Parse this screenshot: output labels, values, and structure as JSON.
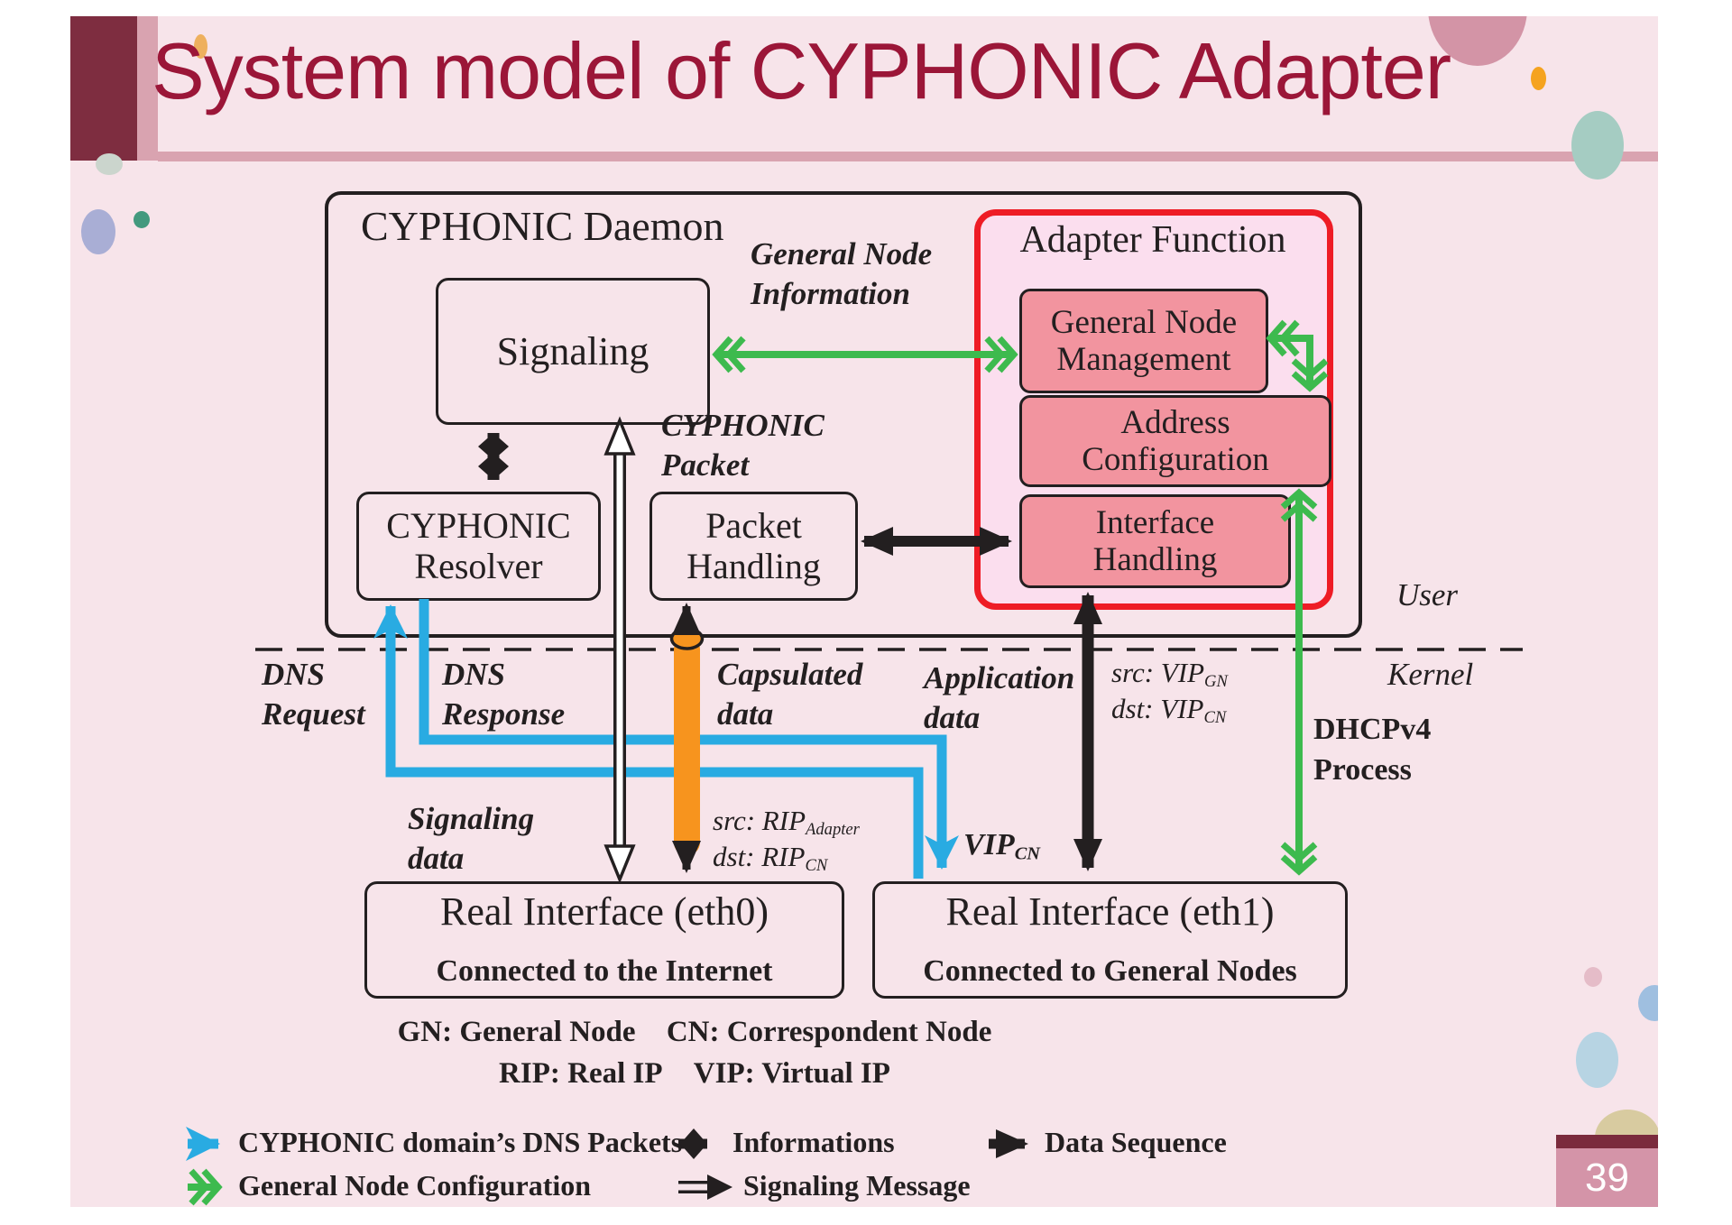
{
  "title": "System model of CYPHONIC Adapter",
  "page_number": "39",
  "daemon": {
    "label": "CYPHONIC Daemon"
  },
  "adapter": {
    "label": "Adapter Function"
  },
  "boxes": {
    "signaling": {
      "label": "Signaling"
    },
    "resolver": {
      "lines": [
        "CYPHONIC",
        "Resolver"
      ]
    },
    "packet_handling": {
      "lines": [
        "Packet",
        "Handling"
      ]
    },
    "gn_management": {
      "lines": [
        "General Node",
        "Management"
      ]
    },
    "addr_config": {
      "lines": [
        "Address",
        "Configuration"
      ]
    },
    "iface_handling": {
      "lines": [
        "Interface",
        "Handling"
      ]
    },
    "eth0": {
      "title": "Real Interface (eth0)",
      "subtitle": "Connected to the Internet"
    },
    "eth1": {
      "title": "Real Interface (eth1)",
      "subtitle": "Connected to General Nodes"
    }
  },
  "flow_labels": {
    "general_node_info": [
      "General Node",
      "Information"
    ],
    "cyphonic_packet": [
      "CYPHONIC",
      "Packet"
    ],
    "dns_request": [
      "DNS",
      "Request"
    ],
    "dns_response": [
      "DNS",
      "Response"
    ],
    "capsulated_data": [
      "Capsulated",
      "data"
    ],
    "application_data": [
      "Application",
      "data"
    ],
    "signaling_data": [
      "Signaling",
      "data"
    ],
    "dhcp": [
      "DHCPv4",
      "Process"
    ],
    "user": "User",
    "kernel": "Kernel"
  },
  "addr_labels": {
    "src_vip": {
      "main": "src: VIP",
      "sub": "GN"
    },
    "dst_vip": {
      "main": "dst: VIP",
      "sub": "CN"
    },
    "src_rip": {
      "main": "src: RIP",
      "sub": "Adapter"
    },
    "dst_rip": {
      "main": "dst: RIP",
      "sub": "CN"
    },
    "vip_cn": {
      "main": "VIP",
      "sub": "CN"
    }
  },
  "abbreviations": {
    "gn": "GN: General Node",
    "cn": "CN: Correspondent Node",
    "rip": "RIP: Real IP",
    "vip": "VIP: Virtual IP"
  },
  "legend": {
    "dns_packets": "CYPHONIC domain’s DNS Packets",
    "informations": "Informations",
    "data_sequence": "Data Sequence",
    "node_config": "General Node Configuration",
    "signaling_message": "Signaling Message"
  },
  "colors": {
    "green": "#3dba4e",
    "blue": "#29abe2",
    "red": "#ee1c25",
    "orange": "#f7941e",
    "maroon": "#7e2d40",
    "title_text": "#9b1638"
  }
}
